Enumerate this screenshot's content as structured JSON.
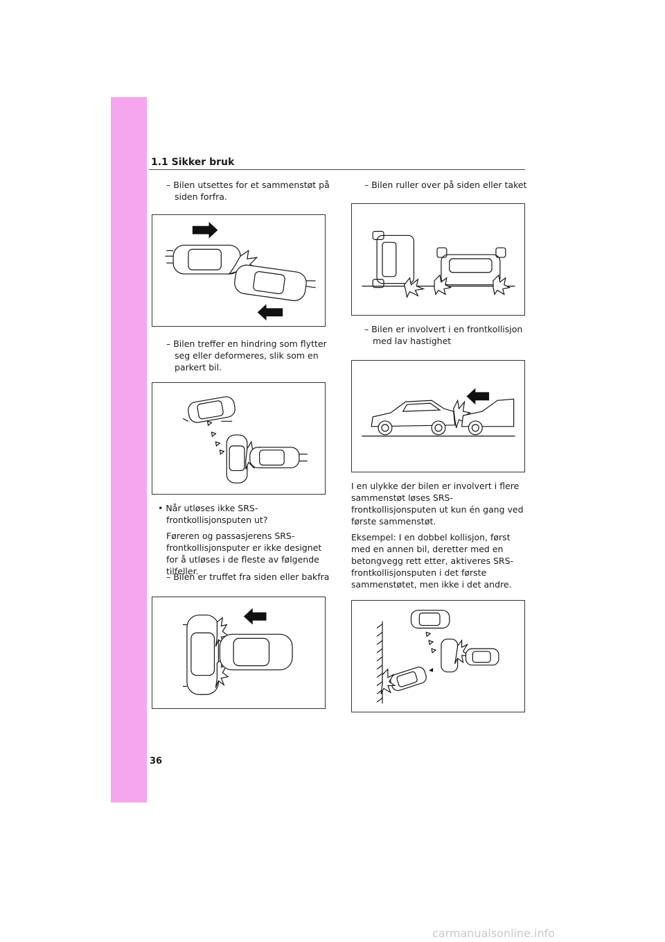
{
  "header": {
    "section_title": "1.1  Sikker bruk"
  },
  "left_column": {
    "item1": "– Bilen utsettes for et sammenstøt på siden forfra.",
    "item2": "– Bilen treffer en hindring som flytter seg eller deformeres, slik som en parkert bil.",
    "bullet": "• Når utløses ikke SRS-frontkollisjonsputen ut?",
    "bullet_body": "Føreren og passasjerens SRS-frontkollisjonsputer er ikke designet for å utløses i de fleste av følgende tilfeller.",
    "item3": "– Bilen er truffet fra siden eller bakfra"
  },
  "right_column": {
    "item1": "– Bilen ruller over på siden eller taket",
    "item2": "– Bilen er involvert i en frontkollisjon med lav hastighet",
    "para1": "I en ulykke der bilen er involvert i flere sammenstøt løses SRS-frontkollisjonsputen ut kun én gang ved første sammenstøt.",
    "para2": "Eksempel: I en dobbel kollisjon, først med en annen bil, deretter med en betongvegg rett etter, aktiveres SRS-frontkollisjonsputen i det første sammenstøtet, men ikke i det andre."
  },
  "footer": {
    "page_number": "36"
  },
  "watermark": "carmanualsonline.info",
  "colors": {
    "sidebar": "#f6a6ee"
  }
}
